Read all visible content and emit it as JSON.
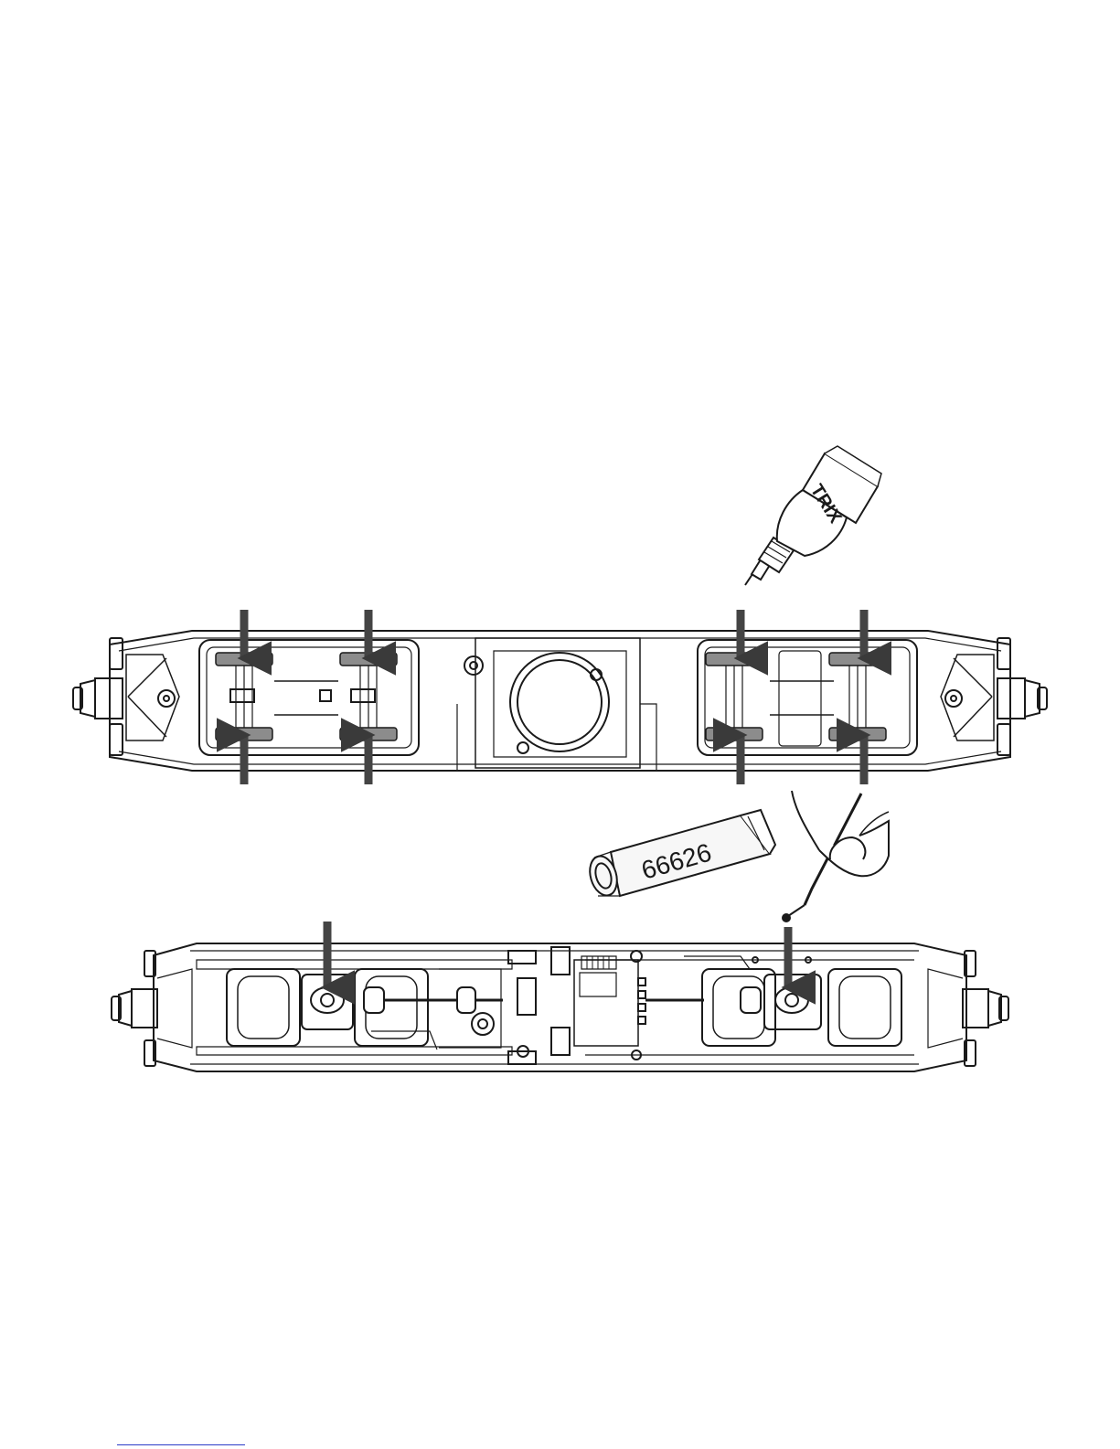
{
  "labels": {
    "oil_bottle_brand": "TRIX",
    "grease_tube_number": "66626"
  },
  "colors": {
    "line": "#1a1a1a",
    "arrow": "#444444",
    "wheel_fill": "#8c8c8c",
    "tube_fill": "#f7f7f7",
    "footer_rule": "#2c3cc8"
  },
  "icons": {
    "oil_bottle": "oil-bottle-icon",
    "grease_tube": "grease-tube-icon",
    "hand": "hand-applicator-icon",
    "arrow": "down-arrow-icon"
  },
  "markers": {
    "oil_points": 8,
    "grease_points": 2
  }
}
